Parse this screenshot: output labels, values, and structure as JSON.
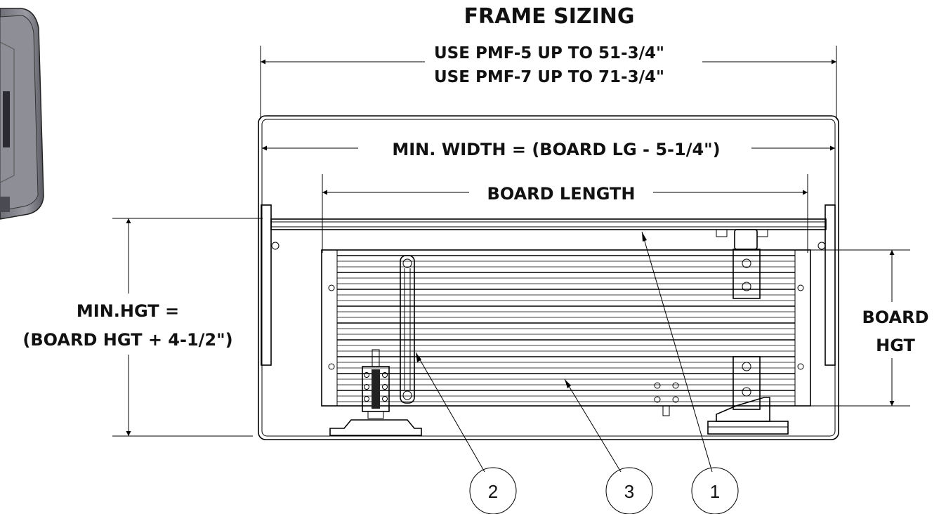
{
  "title": "FRAME SIZING",
  "frame_notes": [
    "USE PMF-5 UP TO 51-3/4\"",
    "USE PMF-7 UP TO 71-3/4\""
  ],
  "dimensions": {
    "min_width": "MIN. WIDTH = (BOARD LG - 5-1/4\")",
    "board_length": "BOARD LENGTH",
    "min_height_line1": "MIN.HGT =",
    "min_height_line2": "(BOARD HGT + 4-1/2\")",
    "board_height_line1": "BOARD",
    "board_height_line2": "HGT"
  },
  "balloons": [
    {
      "number": "2"
    },
    {
      "number": "3"
    },
    {
      "number": "1"
    }
  ],
  "colors": {
    "line": "#000000",
    "iso_view_fill": "#8a8a92",
    "iso_view_dark": "#3a3a40",
    "background": "#ffffff"
  }
}
